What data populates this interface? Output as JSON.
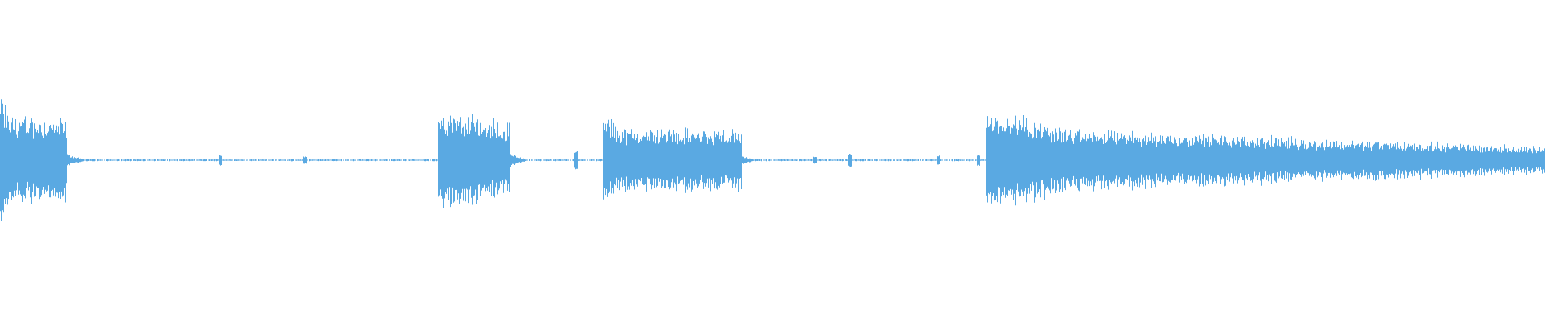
{
  "waveform": {
    "color": "#5AA9E2",
    "background": "#ffffff",
    "baseline_amplitude": 0.006,
    "segments": [
      {
        "name": "burst-1",
        "start": 0.0,
        "end": 0.043,
        "attack_amp": 0.36,
        "sustain_amp": 0.27,
        "end_amp": 0.24
      },
      {
        "name": "burst-2",
        "start": 0.283,
        "end": 0.33,
        "attack_amp": 0.32,
        "sustain_amp": 0.29,
        "end_amp": 0.22
      },
      {
        "name": "burst-3",
        "start": 0.39,
        "end": 0.48,
        "attack_amp": 0.26,
        "sustain_amp": 0.19,
        "end_amp": 0.18
      },
      {
        "name": "burst-4",
        "start": 0.638,
        "end": 1.0,
        "attack_amp": 0.29,
        "sustain_amp": 0.18,
        "end_amp": 0.08
      }
    ],
    "tails": [
      {
        "start": 0.043,
        "end": 0.054,
        "amp": 0.03
      },
      {
        "start": 0.33,
        "end": 0.34,
        "amp": 0.035
      },
      {
        "start": 0.48,
        "end": 0.487,
        "amp": 0.02
      }
    ],
    "spikes": [
      {
        "x": 0.1425,
        "amp": 0.03
      },
      {
        "x": 0.197,
        "amp": 0.02
      },
      {
        "x": 0.3725,
        "amp": 0.05
      },
      {
        "x": 0.527,
        "amp": 0.02
      },
      {
        "x": 0.55,
        "amp": 0.035
      },
      {
        "x": 0.607,
        "amp": 0.025
      },
      {
        "x": 0.633,
        "amp": 0.03
      }
    ]
  }
}
